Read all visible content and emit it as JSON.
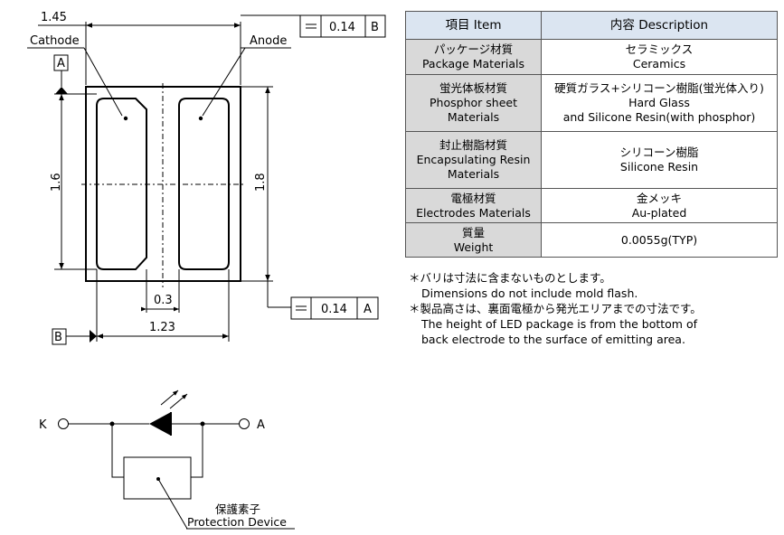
{
  "dims": {
    "width_top": "1.45",
    "height_left": "1.6",
    "height_right": "1.8",
    "gap": "0.3",
    "width_bottom": "1.23",
    "tol_b_value": "0.14",
    "tol_b_ref": "B",
    "tol_a_value": "0.14",
    "tol_a_ref": "A",
    "datum_a": "A",
    "datum_b": "B",
    "cathode": "Cathode",
    "anode": "Anode",
    "parallel_symbol": "="
  },
  "circuit": {
    "k": "K",
    "a": "A",
    "protect_jp": "保護素子",
    "protect_en": "Protection Device"
  },
  "table": {
    "header": [
      "項目 Item",
      "内容 Description"
    ],
    "rows": [
      {
        "item": [
          "パッケージ材質",
          "Package Materials"
        ],
        "desc": [
          "セラミックス",
          "Ceramics"
        ]
      },
      {
        "item": [
          "蛍光体板材質",
          "Phosphor sheet",
          "Materials"
        ],
        "desc": [
          "硬質ガラス+シリコーン樹脂(蛍光体入り)",
          "Hard Glass",
          "and Silicone Resin(with phosphor)"
        ]
      },
      {
        "item": [
          "封止樹脂材質",
          "Encapsulating Resin",
          "Materials"
        ],
        "desc": [
          "シリコーン樹脂",
          "Silicone Resin"
        ]
      },
      {
        "item": [
          "電極材質",
          "Electrodes Materials"
        ],
        "desc": [
          "金メッキ",
          "Au-plated"
        ]
      },
      {
        "item": [
          "質量",
          "Weight"
        ],
        "desc": [
          "0.0055g(TYP)"
        ]
      }
    ]
  },
  "notes": [
    {
      "jp": "＊バリは寸法に含まないものとします。",
      "en": [
        "Dimensions do not include mold flash."
      ]
    },
    {
      "jp": "＊製品高さは、裏面電極から発光エリアまでの寸法です。",
      "en": [
        "The height of LED package is from the bottom of",
        "back electrode to the surface of emitting area."
      ]
    }
  ]
}
